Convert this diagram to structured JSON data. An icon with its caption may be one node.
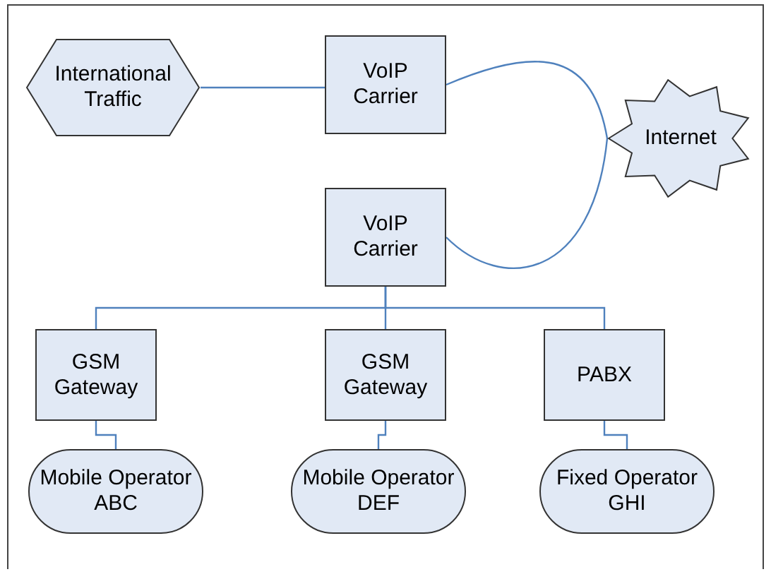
{
  "diagram": {
    "nodes": [
      {
        "text": [
          "International Traffic"
        ]
      },
      {
        "text": [
          "VoIP Carrier"
        ]
      },
      {
        "text": [
          "Internet"
        ]
      },
      {
        "text": [
          "VoIP Carrier"
        ]
      },
      {
        "text": [
          "GSM Gateway"
        ]
      },
      {
        "text": [
          "GSM Gateway"
        ]
      },
      {
        "text": [
          "PABX"
        ]
      },
      {
        "text": [
          "Mobile Operator ABC"
        ]
      },
      {
        "text": [
          "Mobile Operator DEF"
        ]
      },
      {
        "text": [
          "Fixed Operator GHI"
        ]
      }
    ],
    "edges": [
      {
        "from": 0,
        "to": 1,
        "arrow": "none"
      },
      {
        "from": 1,
        "to": 2,
        "arrow": "none"
      },
      {
        "from": 3,
        "to": 2,
        "arrow": "none"
      },
      {
        "from": 3,
        "to": 4,
        "arrow": "none"
      },
      {
        "from": 3,
        "to": 5,
        "arrow": "none"
      },
      {
        "from": 3,
        "to": 6,
        "arrow": "none"
      },
      {
        "from": 4,
        "to": 7,
        "arrow": "none"
      },
      {
        "from": 5,
        "to": 8,
        "arrow": "none"
      },
      {
        "from": 6,
        "to": 9,
        "arrow": "none"
      }
    ]
  }
}
